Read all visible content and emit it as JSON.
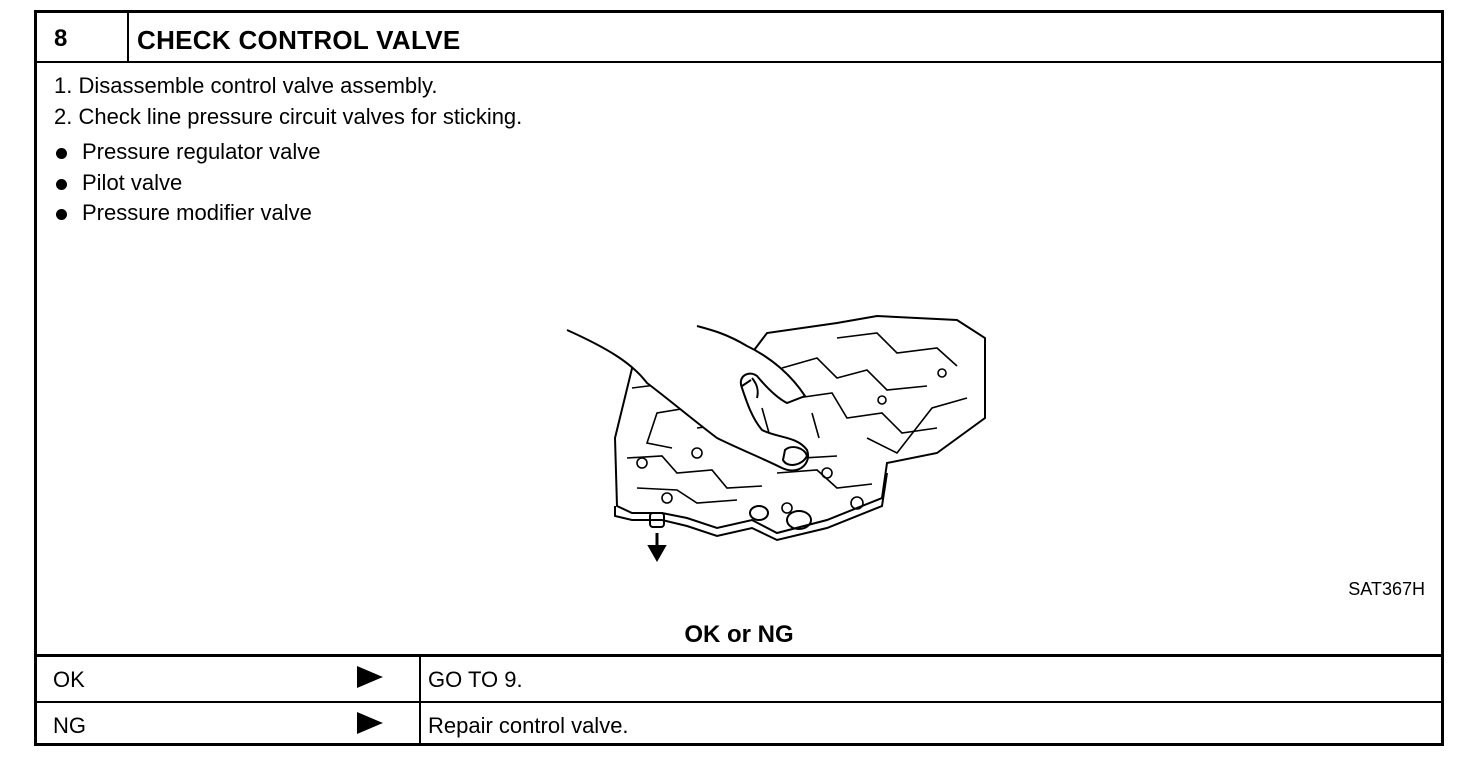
{
  "step": {
    "number": "8",
    "title": "CHECK CONTROL VALVE"
  },
  "instructions": [
    "1.  Disassemble control valve assembly.",
    "2.  Check line pressure circuit valves for sticking."
  ],
  "valves": [
    "Pressure regulator valve",
    "Pilot valve",
    "Pressure modifier valve"
  ],
  "figure": {
    "code": "SAT367H",
    "depicts": "hand-pressing-control-valve-body"
  },
  "question": "OK or NG",
  "results": [
    {
      "condition": "OK",
      "action": "GO TO 9."
    },
    {
      "condition": "NG",
      "action": "Repair control valve."
    }
  ],
  "colors": {
    "ink": "#000000",
    "paper": "#ffffff"
  }
}
